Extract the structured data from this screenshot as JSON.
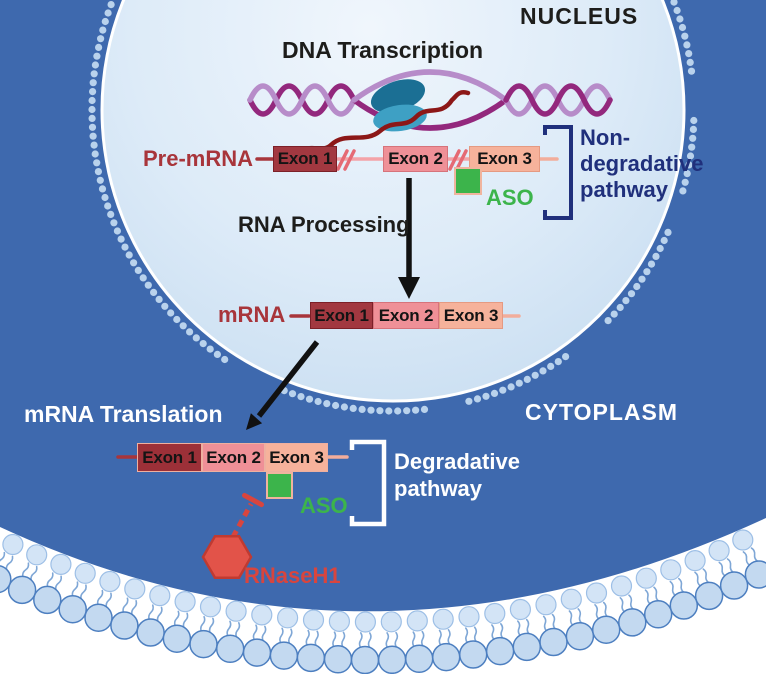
{
  "colors": {
    "cytoplasm_blue": "#3e69ae",
    "nucleus_fill": "#dcebf8",
    "membrane_head_blue": "#c3d9f0",
    "exon1_red": "#a23840",
    "exon2_pink": "#ef9097",
    "exon3_salmon": "#f6b29b",
    "aso_green": "#3cb44b",
    "rnase_red": "#d8453e",
    "pathway_navy": "#20307c",
    "dna_strand_dark_purple": "#93287d",
    "dna_strand_light_purple": "#b78cc9",
    "polymerase_teal": "#1b6f94"
  },
  "compartments": {
    "nucleus_label": "NUCLEUS",
    "cytoplasm_label": "CYTOPLASM"
  },
  "steps": {
    "transcription": "DNA Transcription",
    "processing": "RNA Processing",
    "translation": "mRNA Translation"
  },
  "pre_mrna": {
    "label": "Pre-mRNA",
    "exons": [
      {
        "label": "Exon 1"
      },
      {
        "label": "Exon 2"
      },
      {
        "label": "Exon 3"
      }
    ]
  },
  "mrna": {
    "label": "mRNA",
    "exons": [
      {
        "label": "Exon 1"
      },
      {
        "label": "Exon 2"
      },
      {
        "label": "Exon 3"
      }
    ]
  },
  "translated_mrna": {
    "exons": [
      {
        "label": "Exon 1"
      },
      {
        "label": "Exon 2"
      },
      {
        "label": "Exon 3"
      }
    ]
  },
  "aso_nucleus": {
    "label": "ASO"
  },
  "aso_cytoplasm": {
    "label": "ASO"
  },
  "pathways": {
    "non_degradative": {
      "line1": "Non-",
      "line2": "degradative",
      "line3": "pathway"
    },
    "degradative": {
      "line1": "Degradative",
      "line2": "pathway"
    }
  },
  "enzyme": {
    "label": "RNaseH1"
  }
}
